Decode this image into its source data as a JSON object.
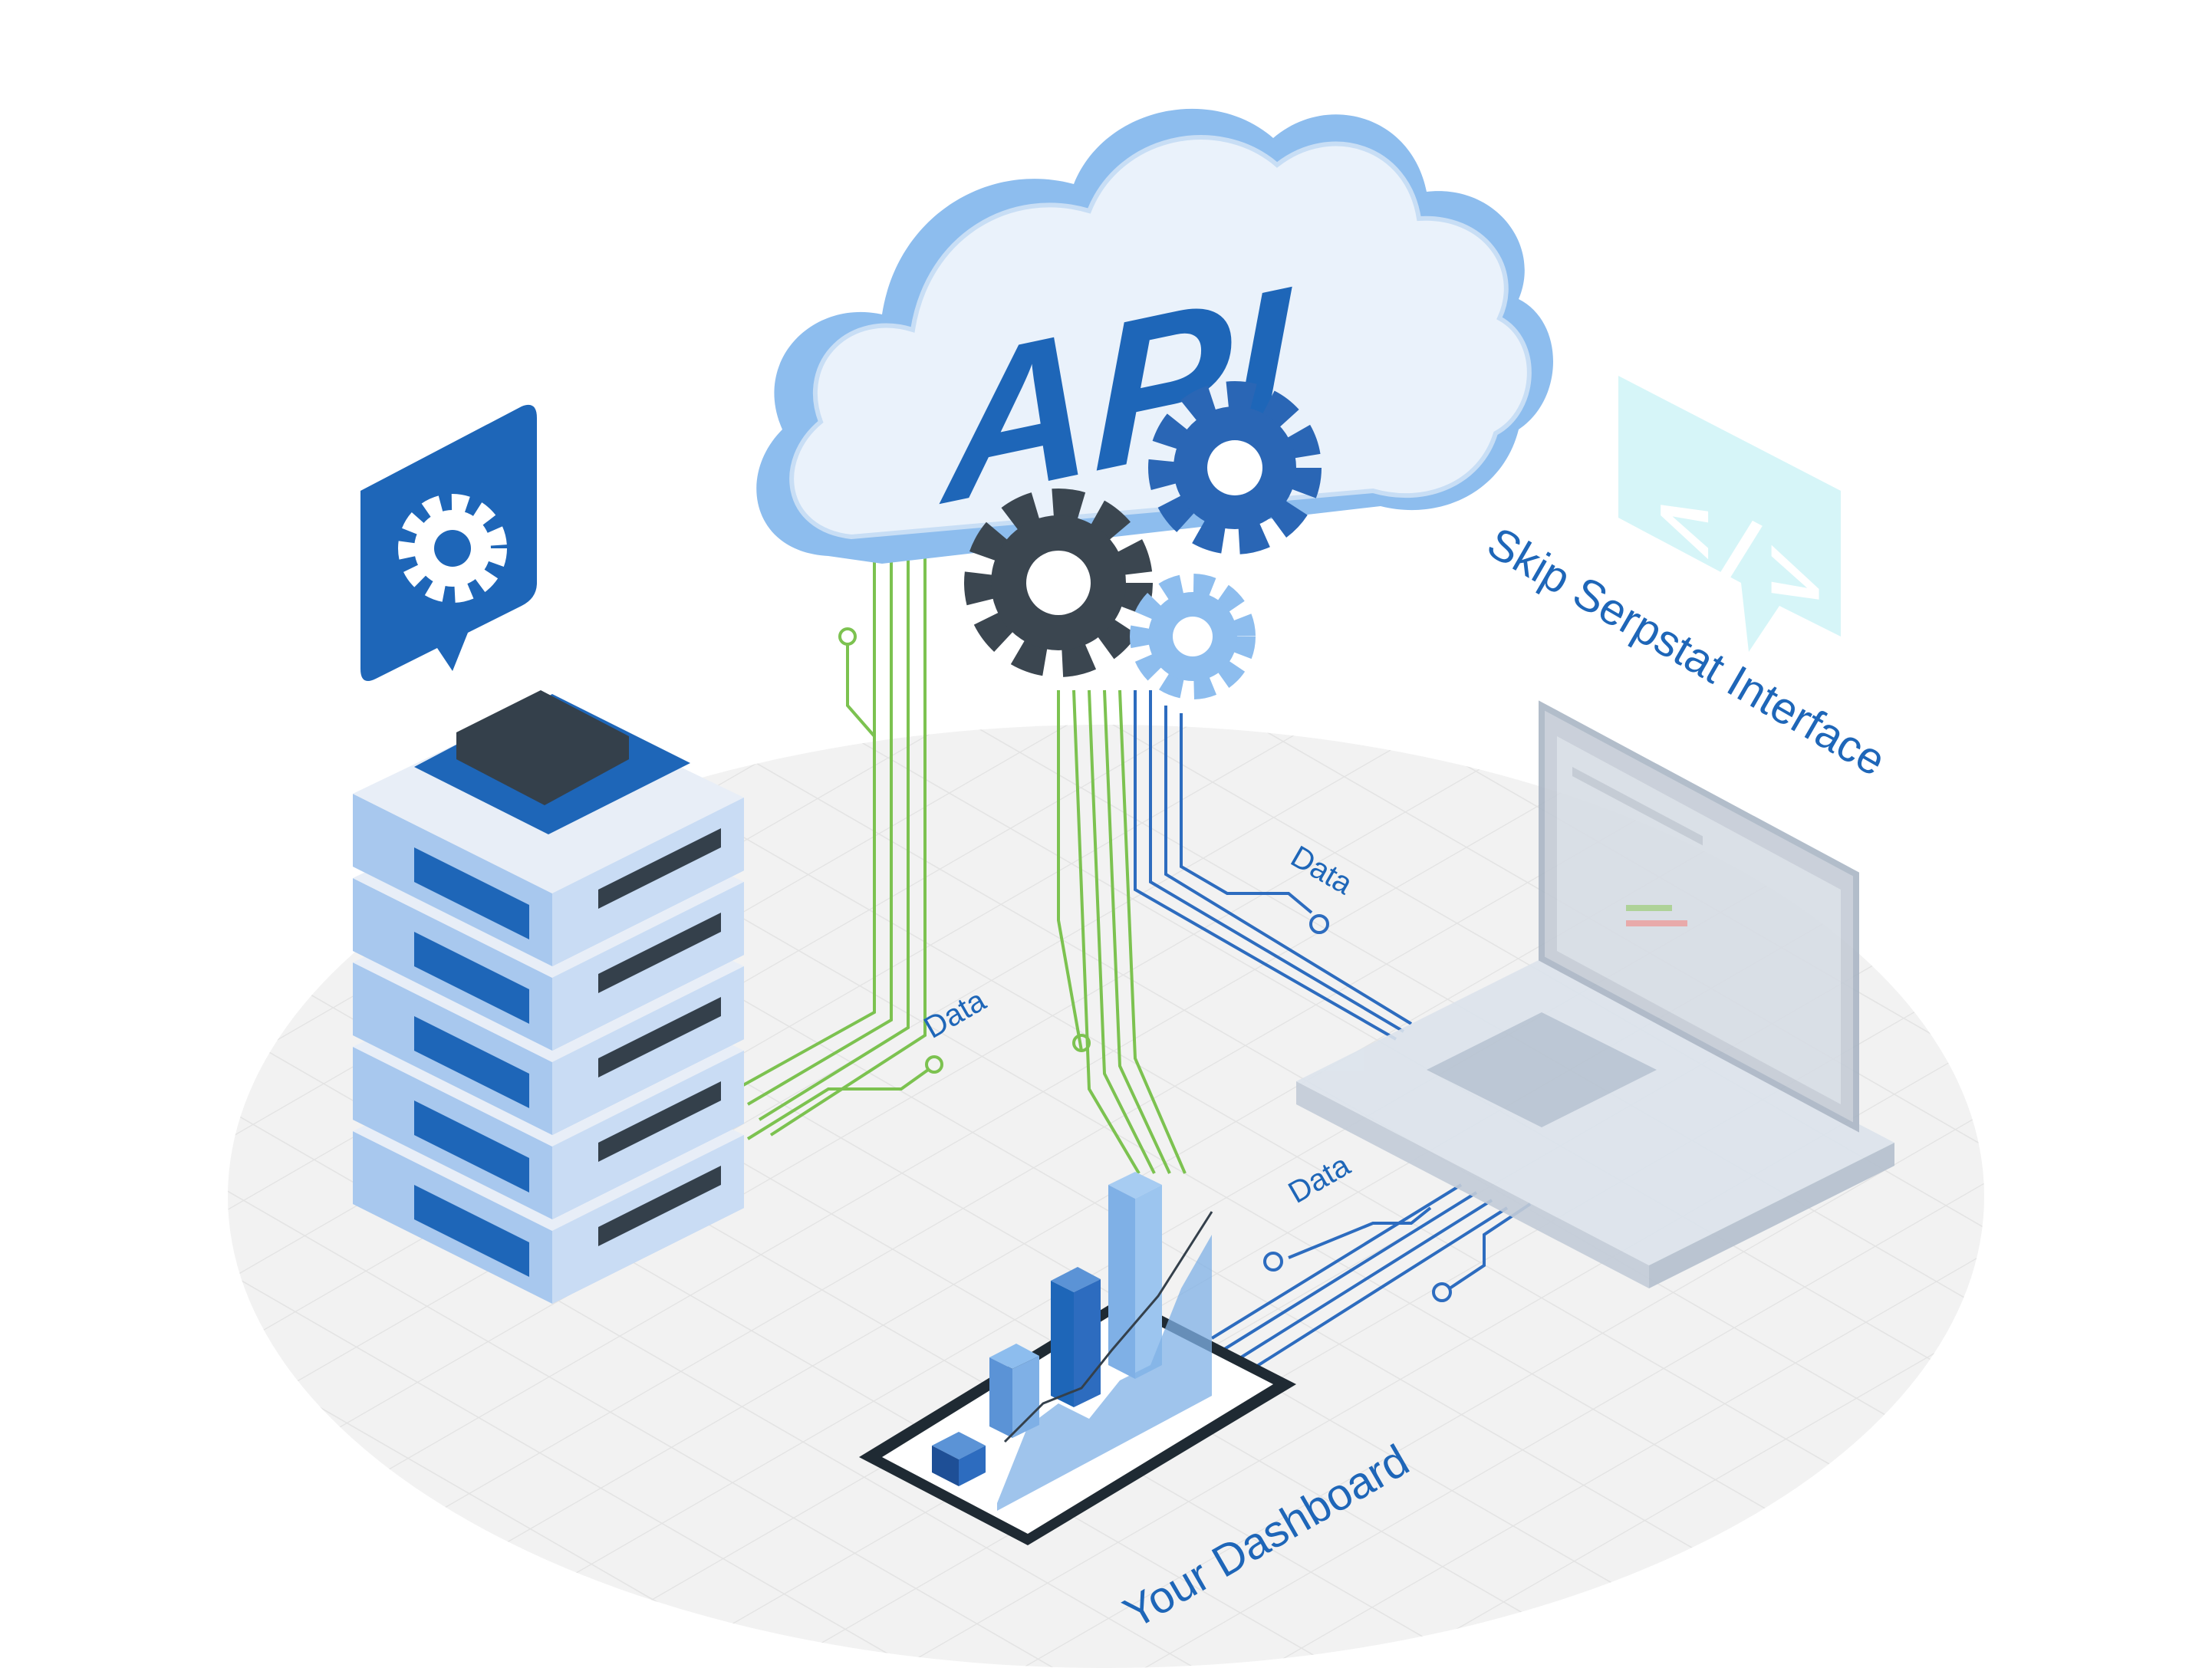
{
  "cloud": {
    "label": "API"
  },
  "labels": {
    "data_left": "Data",
    "data_top_right": "Data",
    "data_bottom_right": "Data",
    "skip_interface": "Skip Serpstat Interface",
    "dashboard": "Your Dashboard"
  },
  "icons": {
    "server_badge": "gear-icon",
    "laptop_badge": "code-icon",
    "gears": [
      "gear-icon",
      "gear-icon",
      "gear-icon"
    ]
  },
  "colors": {
    "primary_blue": "#1e66b8",
    "light_blue": "#7fb6ee",
    "cloud_face": "#e9f2fc",
    "green_line": "#7cc250",
    "dark_gear": "#3b4650",
    "floor": "#f1f1f1"
  }
}
